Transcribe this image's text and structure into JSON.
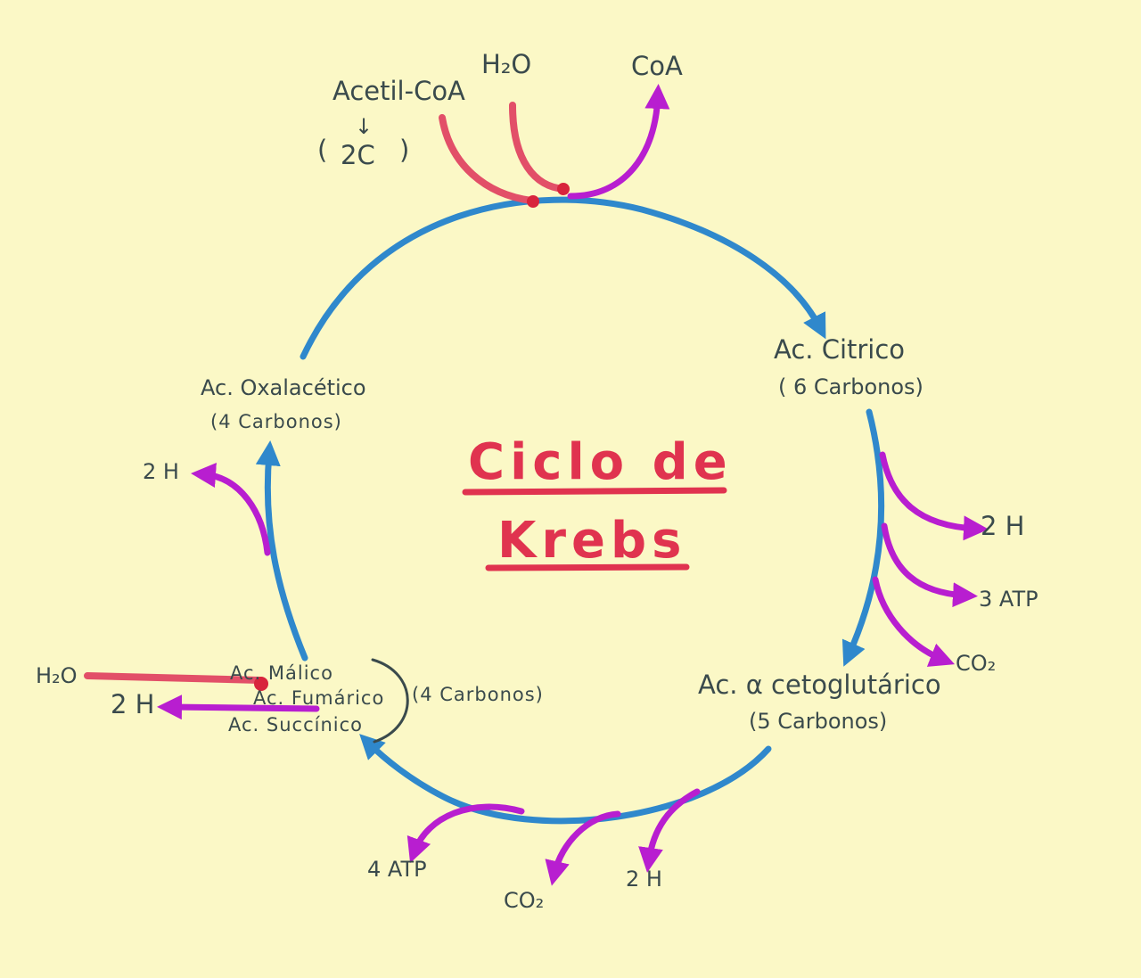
{
  "title": {
    "line1": "Ciclo de",
    "line2": "Krebs"
  },
  "top": {
    "acetil": "Acetil-CoA",
    "acetil_note_open": "(",
    "acetil_arrow": "↓",
    "acetil_carbons": "2C",
    "acetil_note_close": ")",
    "water": "H₂O",
    "coa": "CoA"
  },
  "citrico": {
    "name": "Ac. Citrico",
    "carbons": "( 6 Carbonos)"
  },
  "citrico_outputs": [
    "2 H",
    "3 ATP",
    "CO₂"
  ],
  "cetoglutarico": {
    "name": "Ac. α cetoglutárico",
    "carbons": "(5 Carbonos)"
  },
  "bottom_outputs": [
    "4 ATP",
    "CO₂",
    "2 H"
  ],
  "four_carbon": {
    "malico": "Ac. Málico",
    "fumarico": "Ac. Fumárico",
    "succinico": "Ac. Succínico",
    "carbons": "(4 Carbonos)",
    "water_in": "H₂O",
    "h_out": "2 H"
  },
  "oxalacetico": {
    "name": "Ac. Oxalacético",
    "carbons": "(4 Carbonos)",
    "h_out": "2 H"
  },
  "colors": {
    "background": "#fbf8c6",
    "cycle_arrow": "#2f88cc",
    "output_arrow": "#b81ed0",
    "input_arrow": "#e24f68",
    "title": "#e0334f",
    "label": "#3a4a4c"
  }
}
